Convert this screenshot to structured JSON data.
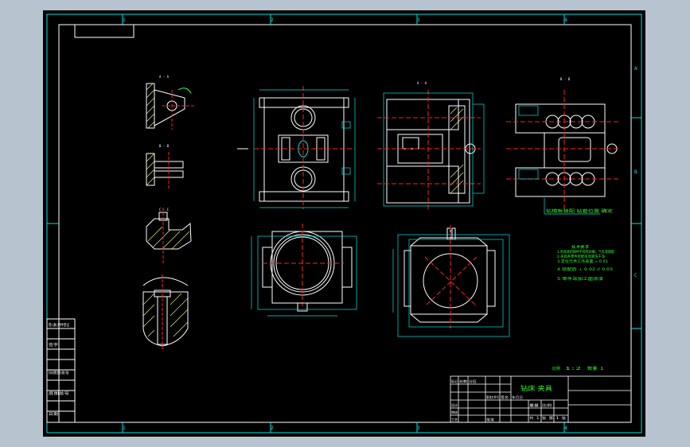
{
  "viewer": {
    "background_color": "#b7c3cf",
    "canvas_color": "#000000"
  },
  "colors": {
    "frame": "#00e5e5",
    "outline": "#ffffff",
    "centerline": "#ff2020",
    "dimension": "#00e5e5",
    "annotation": "#33ff33",
    "hatch": "#ffff66",
    "titleblock": "#ffffff"
  },
  "zone_labels": {
    "top": [
      "1",
      "2",
      "3",
      "4"
    ],
    "bottom": [
      "1",
      "2",
      "3",
      "4"
    ],
    "right": [
      "A",
      "B",
      "C"
    ]
  },
  "notes": {
    "heading": "技术要求",
    "lines": [
      "1.夹具体的铸件不得有砂眼、气孔等缺陷",
      "2.夹具各零件装配前须清洗干净",
      "3.定位元件工作表面 ▱ 0.01",
      "4.装配后 ⊥ 0.02  // 0.03",
      "5.零件非加工面涂漆"
    ]
  },
  "balloon_note": "钻模板装配 钻套位置 确定",
  "scale_row": {
    "left": "比例",
    "middle": "1:2",
    "right": "数量 1"
  },
  "title_block": {
    "drawing_name": "钻床 夹具",
    "cells": [
      "标记",
      "处数",
      "分区",
      "更改文件号",
      "签名",
      "年月日",
      "设计",
      "审核",
      "工艺",
      "批准",
      "重量",
      "比例"
    ],
    "sheet": "共 1 张 第 1 张"
  },
  "revision_strip": [
    "借(通)用件登记",
    "旧底图总号",
    "底图总号",
    "签字",
    "日期"
  ]
}
